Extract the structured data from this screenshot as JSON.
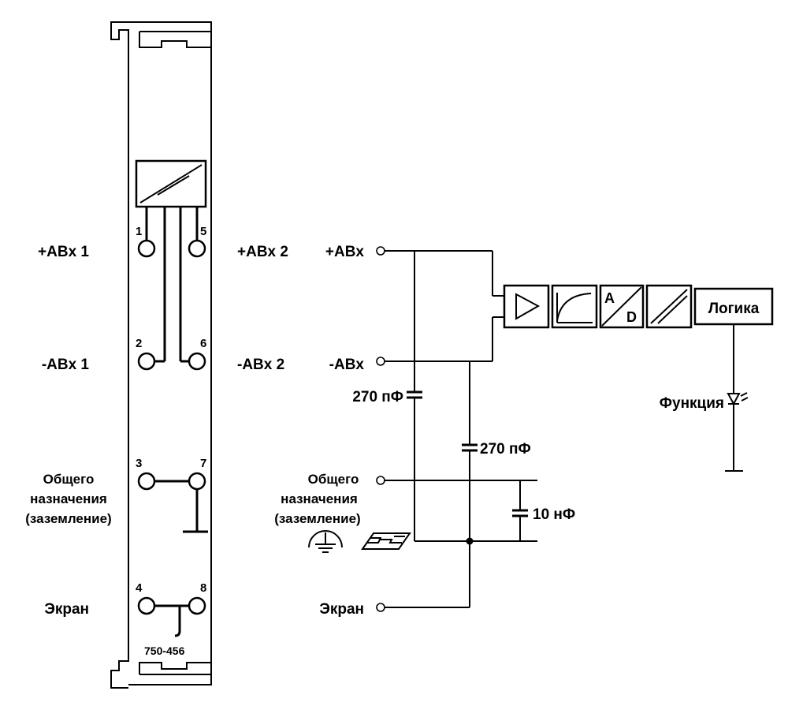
{
  "module": {
    "model": "750-456",
    "pins": [
      "1",
      "2",
      "3",
      "4",
      "5",
      "6",
      "7",
      "8"
    ],
    "left_labels": {
      "plus_in1": "+ABx 1",
      "minus_in1": "-ABx 1",
      "common_line1": "Общего",
      "common_line2": "назначения",
      "common_line3": "(заземление)",
      "screen": "Экран"
    },
    "right_labels": {
      "plus_in2": "+ABx 2",
      "minus_in2": "-ABx 2"
    }
  },
  "schematic": {
    "plus_input": "+ABx",
    "minus_input": "-ABx",
    "common_line1": "Общего",
    "common_line2": "назначения",
    "common_line3": "(заземление)",
    "screen": "Экран",
    "cap1": "270 пФ",
    "cap2": "270 пФ",
    "cap3": "10 нФ",
    "ad_a": "A",
    "ad_d": "D",
    "logic": "Логика",
    "function_led": "Функция"
  },
  "icons": [
    "converter-icon",
    "amplifier-icon",
    "filter-icon",
    "ad-converter-icon",
    "isolation-icon",
    "led-icon",
    "earth-ground-icon",
    "din-rail-icon",
    "chassis-ground-icon"
  ]
}
